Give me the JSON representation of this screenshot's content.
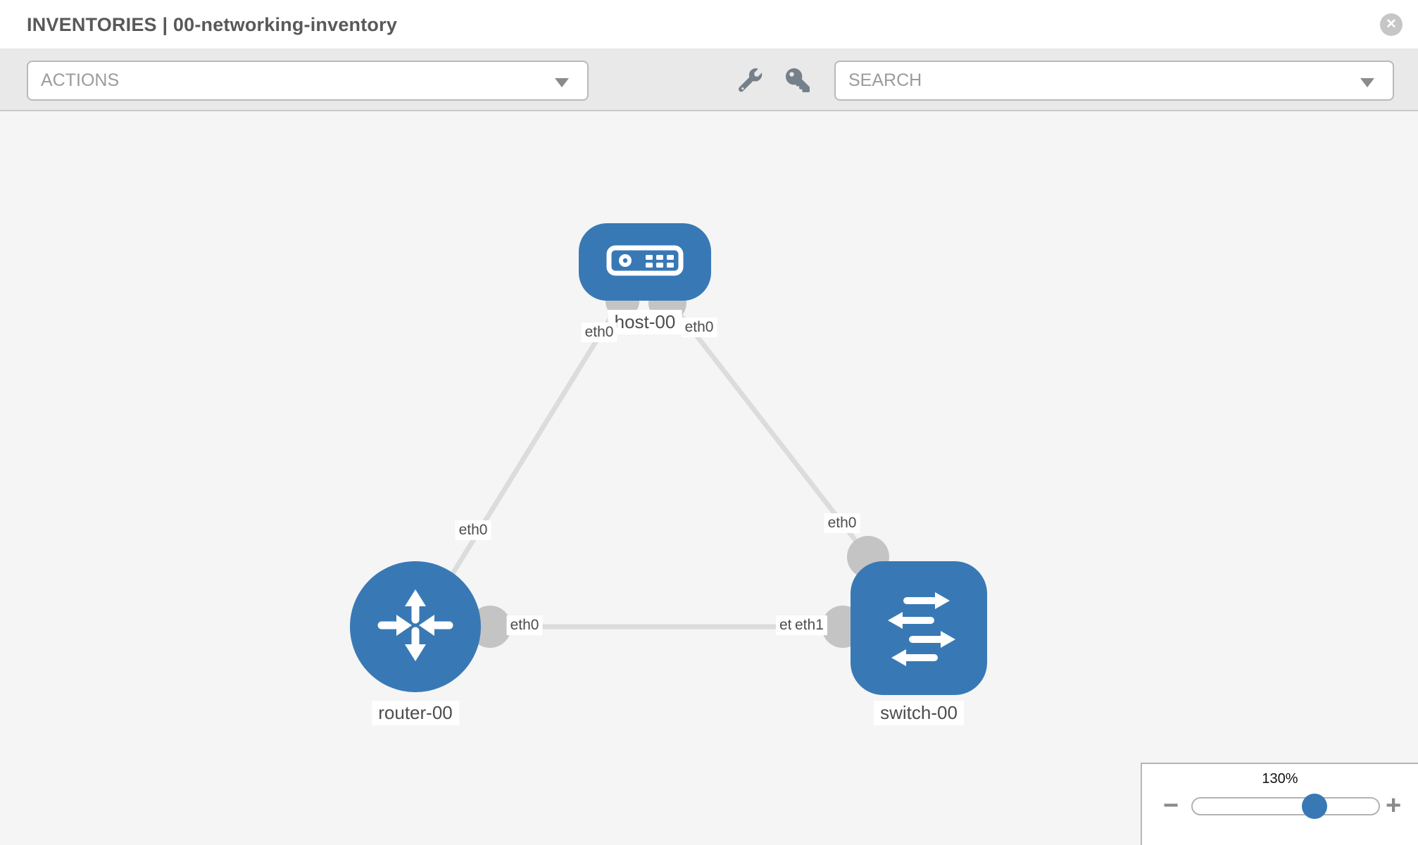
{
  "header": {
    "title": "INVENTORIES | 00-networking-inventory",
    "close_glyph": "✕"
  },
  "toolbar": {
    "actions_placeholder": "ACTIONS",
    "search_placeholder": "SEARCH"
  },
  "topology": {
    "nodes": [
      {
        "name": "host-00",
        "type": "host"
      },
      {
        "name": "router-00",
        "type": "router"
      },
      {
        "name": "switch-00",
        "type": "switch"
      }
    ],
    "links": [
      {
        "from": "host-00",
        "from_interface": "eth0",
        "to": "router-00",
        "to_interface": "eth0"
      },
      {
        "from": "host-00",
        "from_interface": "eth0",
        "to": "switch-00",
        "to_interface": "eth0"
      },
      {
        "from": "router-00",
        "from_interface": "eth0",
        "to": "switch-00",
        "to_interface": "eth1",
        "overlapping_interface_label": "eth0"
      }
    ]
  },
  "zoom_control": {
    "level": "130%",
    "minus_glyph": "−",
    "plus_glyph": "+"
  },
  "colors": {
    "node_fill": "#3879b5",
    "link_stroke": "#dcdcdc",
    "port_fill": "#c4c4c4",
    "canvas_bg": "#f5f5f5",
    "toolbar_bg": "#e9e9e9"
  }
}
